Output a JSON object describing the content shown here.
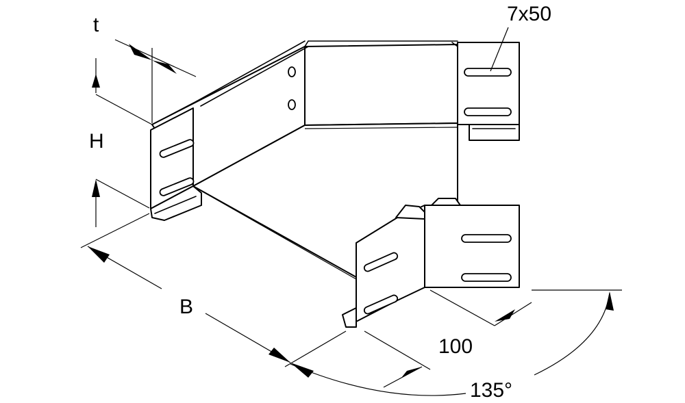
{
  "labels": {
    "t": "t",
    "h": "H",
    "b": "B",
    "slot": "7x50",
    "length": "100",
    "angle": "135°"
  },
  "colors": {
    "line": "#000000",
    "background": "#ffffff"
  }
}
